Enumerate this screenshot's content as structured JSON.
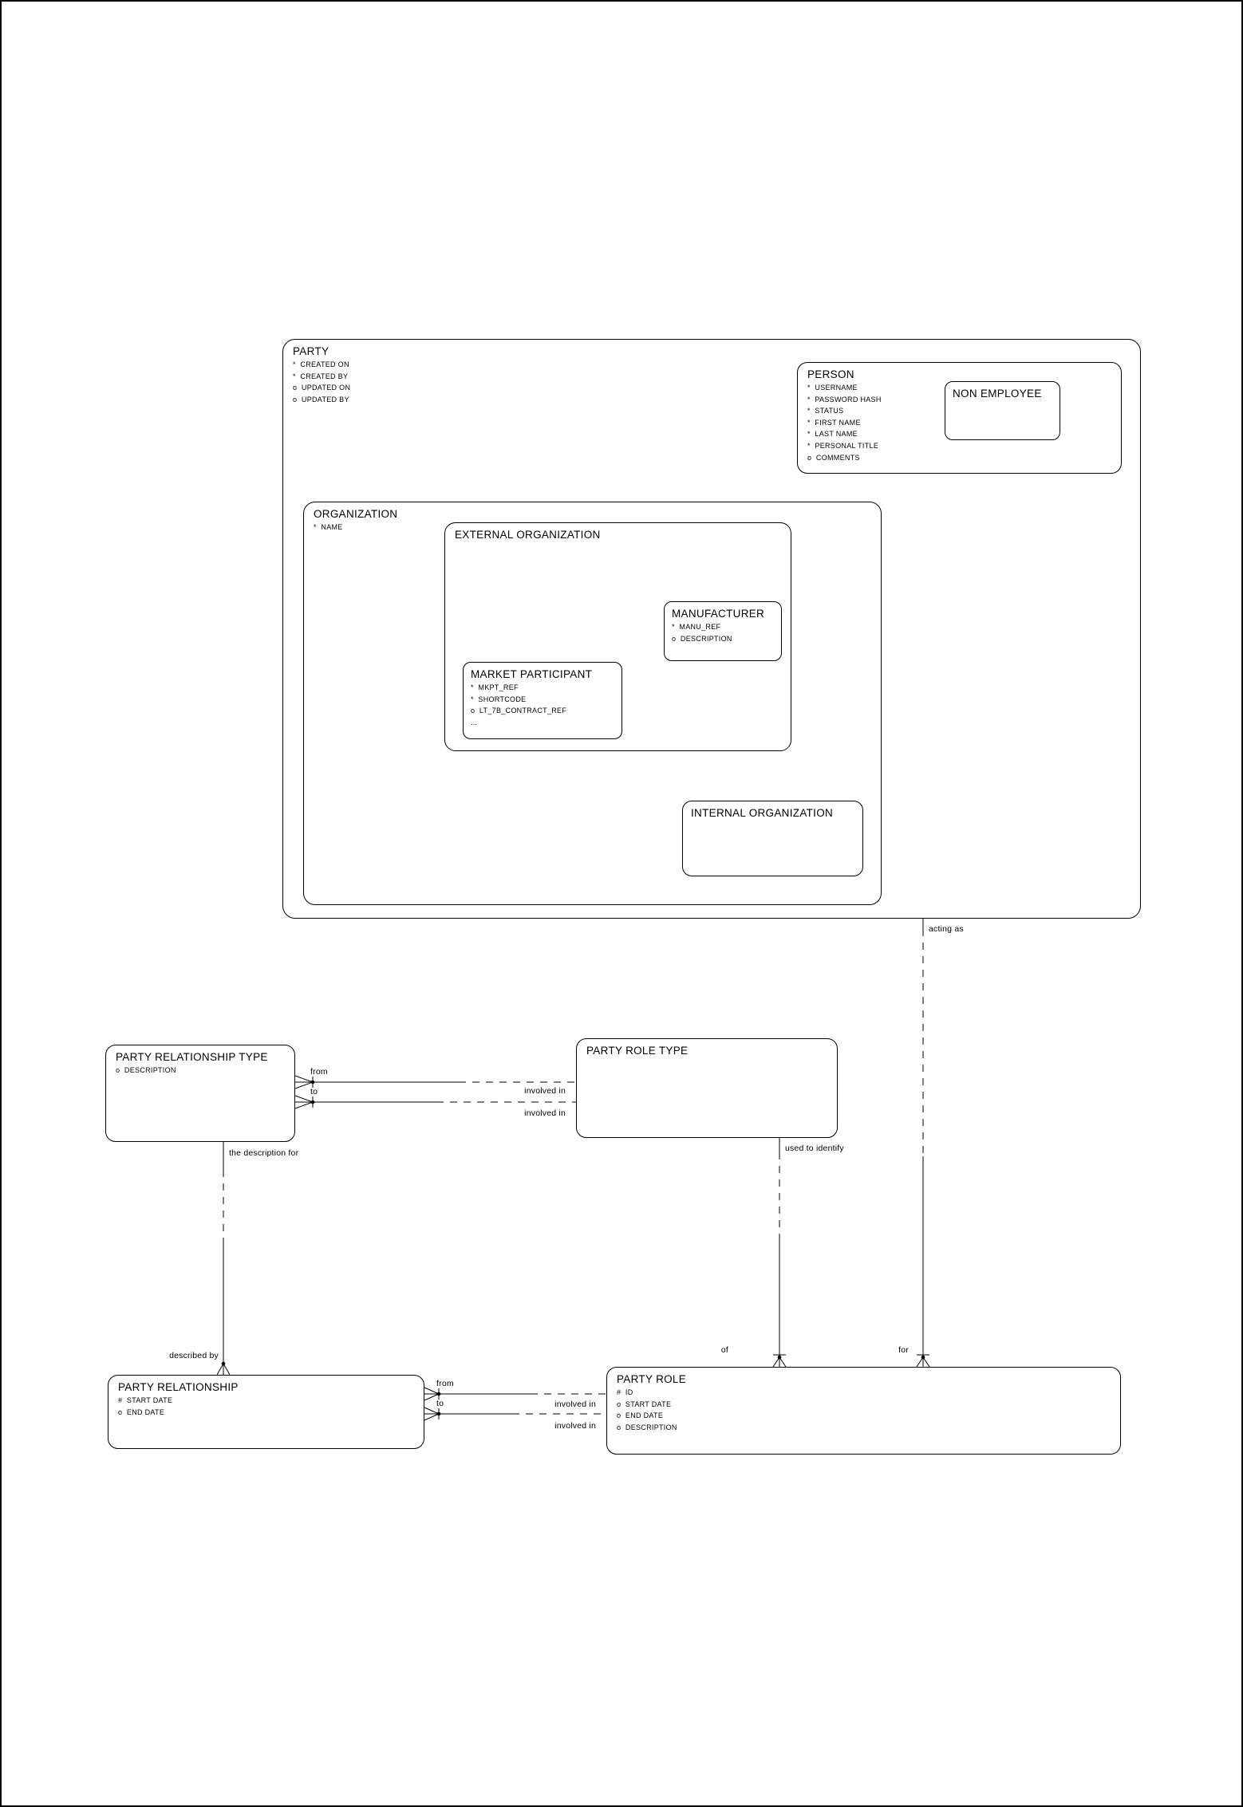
{
  "diagram": {
    "entities": {
      "party": {
        "title": "PARTY",
        "attrs": [
          "*  CREATED ON",
          "*  CREATED BY",
          "o  UPDATED ON",
          "o  UPDATED BY"
        ]
      },
      "person": {
        "title": "PERSON",
        "attrs": [
          "*  USERNAME",
          "*  PASSWORD HASH",
          "*  STATUS",
          "*  FIRST NAME",
          "*  LAST NAME",
          "*  PERSONAL TITLE",
          "o  COMMENTS"
        ]
      },
      "non_employee": {
        "title": "NON EMPLOYEE"
      },
      "organization": {
        "title": "ORGANIZATION",
        "attrs": [
          "*  NAME"
        ]
      },
      "external_organization": {
        "title": "EXTERNAL ORGANIZATION"
      },
      "manufacturer": {
        "title": "MANUFACTURER",
        "attrs": [
          "*  MANU_REF",
          "o  DESCRIPTION"
        ]
      },
      "market_participant": {
        "title": "MARKET PARTICIPANT",
        "attrs": [
          "*  MKPT_REF",
          "*  SHORTCODE",
          "o  LT_7B_CONTRACT_REF",
          "..."
        ]
      },
      "internal_organization": {
        "title": "INTERNAL ORGANIZATION"
      },
      "party_relationship_type": {
        "title": "PARTY RELATIONSHIP TYPE",
        "attrs": [
          "o  DESCRIPTION"
        ]
      },
      "party_role_type": {
        "title": "PARTY ROLE TYPE"
      },
      "party_relationship": {
        "title": "PARTY RELATIONSHIP",
        "attrs": [
          "#  START DATE",
          "o  END DATE"
        ]
      },
      "party_role": {
        "title": "PARTY ROLE",
        "attrs": [
          "#  ID",
          "o  START DATE",
          "o  END DATE",
          "o  DESCRIPTION"
        ]
      }
    },
    "labels": {
      "acting_as": "acting as",
      "used_to_identify": "used to identify",
      "the_description_for": "the description for",
      "described_by": "described by",
      "of": "of",
      "for": "for",
      "from_type": "from",
      "to_type": "to",
      "involved_in_type_1": "involved in",
      "involved_in_type_2": "involved in",
      "from_rel": "from",
      "to_rel": "to",
      "involved_in_rel_1": "involved in",
      "involved_in_rel_2": "involved in"
    },
    "colors": {
      "line": "#000000",
      "background": "#ffffff"
    }
  }
}
